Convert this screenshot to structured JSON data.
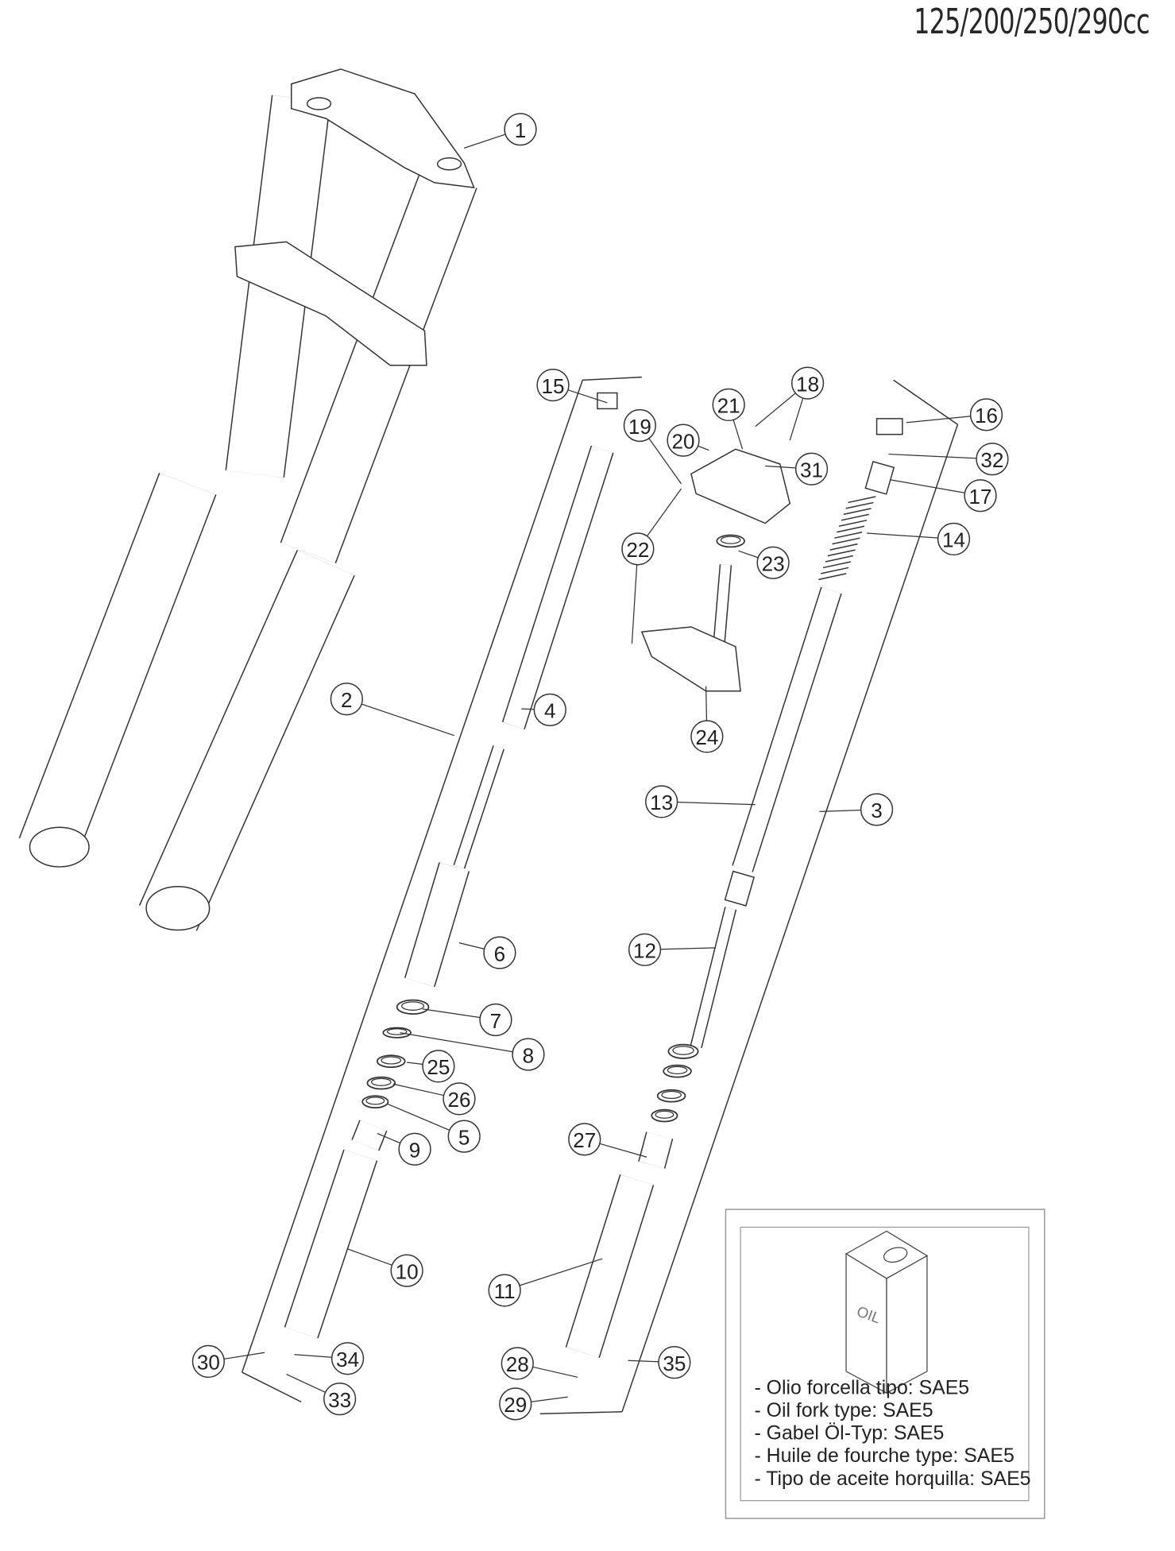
{
  "title": "125/200/250/290cc",
  "callouts": [
    "1",
    "15",
    "18",
    "21",
    "19",
    "20",
    "16",
    "32",
    "31",
    "17",
    "14",
    "22",
    "23",
    "2",
    "4",
    "24",
    "13",
    "3",
    "12",
    "6",
    "7",
    "8",
    "25",
    "26",
    "5",
    "9",
    "27",
    "10",
    "11",
    "30",
    "34",
    "35",
    "28",
    "33",
    "29"
  ],
  "oil_box": {
    "can_label": "OIL",
    "lines": [
      "- Olio forcella tipo: SAE5",
      "- Oil fork type: SAE5",
      "- Gabel Öl-Typ: SAE5",
      "- Huile de fourche type: SAE5",
      "- Tipo de aceite horquilla: SAE5"
    ]
  },
  "colors": {
    "line": "#333333",
    "box": "#999999"
  }
}
